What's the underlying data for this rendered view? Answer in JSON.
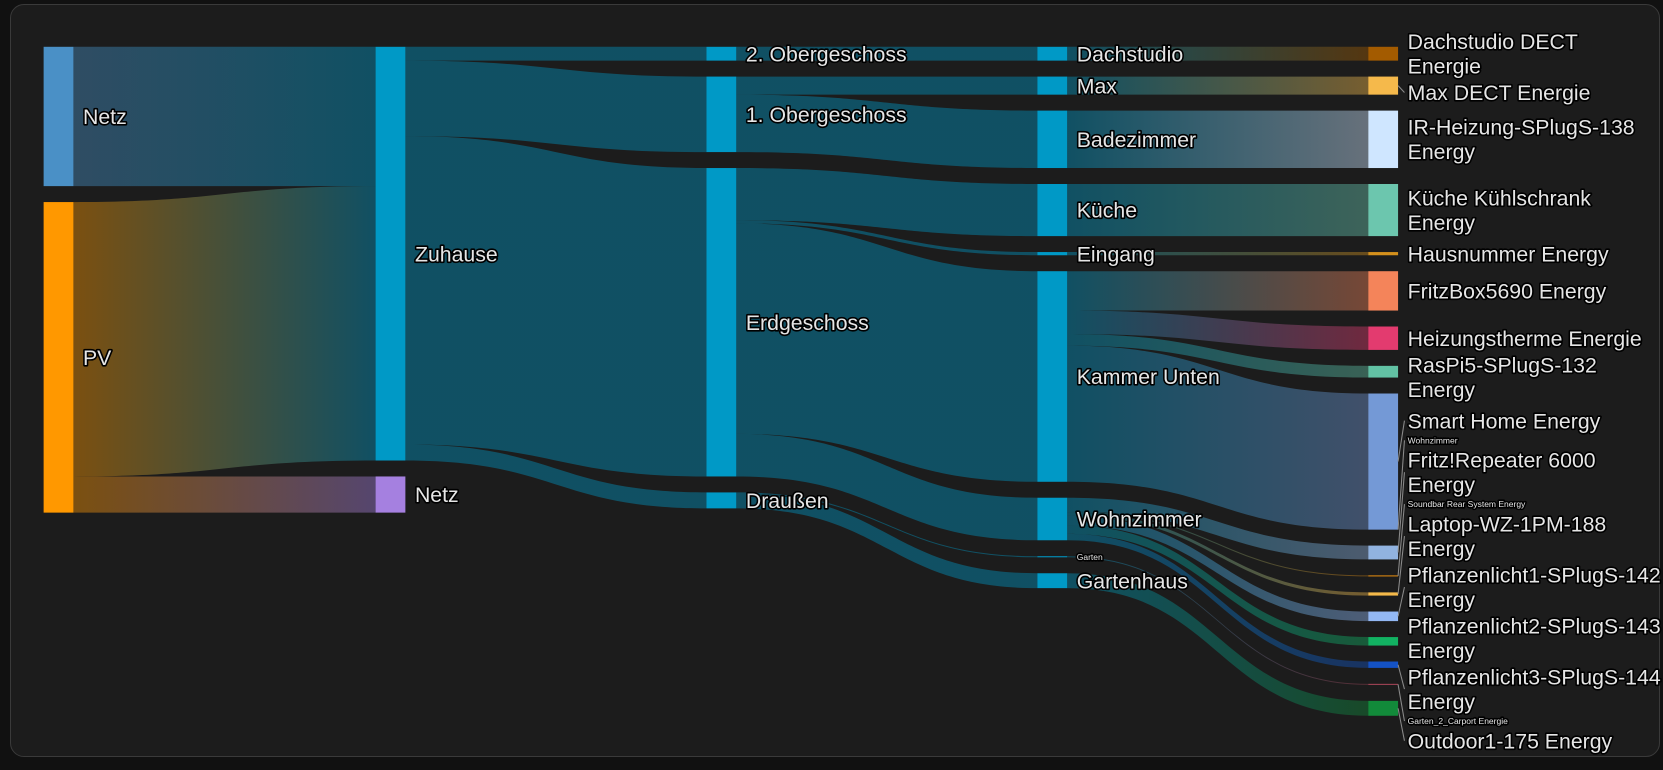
{
  "chart_data": {
    "type": "sankey",
    "title": "",
    "nodes": [
      {
        "label": "Netz",
        "column": 0,
        "color": "#4a90c6"
      },
      {
        "label": "PV",
        "column": 0,
        "color": "#ff9800"
      },
      {
        "label": "Zuhause",
        "column": 1,
        "color": "#0099c6"
      },
      {
        "label": "Netz",
        "column": 1,
        "color": "#a580e0"
      },
      {
        "label": "2. Obergeschoss",
        "column": 2,
        "color": "#0099c6"
      },
      {
        "label": "1. Obergeschoss",
        "column": 2,
        "color": "#0099c6"
      },
      {
        "label": "Erdgeschoss",
        "column": 2,
        "color": "#0099c6"
      },
      {
        "label": "Draußen",
        "column": 2,
        "color": "#0099c6"
      },
      {
        "label": "Dachstudio",
        "column": 3,
        "color": "#0099c6"
      },
      {
        "label": "Max",
        "column": 3,
        "color": "#0099c6"
      },
      {
        "label": "Badezimmer",
        "column": 3,
        "color": "#0099c6"
      },
      {
        "label": "Küche",
        "column": 3,
        "color": "#0099c6"
      },
      {
        "label": "Eingang",
        "column": 3,
        "color": "#0099c6"
      },
      {
        "label": "Kammer Unten",
        "column": 3,
        "color": "#0099c6"
      },
      {
        "label": "Wohnzimmer",
        "column": 3,
        "color": "#0099c6"
      },
      {
        "label": "Garten",
        "column": 3,
        "color": "#0099c6"
      },
      {
        "label": "Gartenhaus",
        "column": 3,
        "color": "#0099c6"
      },
      {
        "label": "Dachstudio DECT Energie",
        "column": 4,
        "color": "#a35b00"
      },
      {
        "label": "Max DECT Energie",
        "column": 4,
        "color": "#f5b94b"
      },
      {
        "label": "IR-Heizung-SPlugS-138 Energy",
        "column": 4,
        "color": "#cfe6ff"
      },
      {
        "label": "Küche Kühlschrank Energy",
        "column": 4,
        "color": "#6cc6ae"
      },
      {
        "label": "Hausnummer Energy",
        "column": 4,
        "color": "#d4901c"
      },
      {
        "label": "FritzBox5690 Energy",
        "column": 4,
        "color": "#f4845a"
      },
      {
        "label": "Heizungstherme Energie",
        "column": 4,
        "color": "#e33b6f"
      },
      {
        "label": "RasPi5-SPlugS-132 Energy",
        "column": 4,
        "color": "#62c2a4"
      },
      {
        "label": "Smart Home Energy",
        "column": 4,
        "color": "#7499d6"
      },
      {
        "label": "Wohnzimmer",
        "column": 4,
        "color": "#7499d6"
      },
      {
        "label": "Fritz!Repeater 6000 Energy",
        "column": 4,
        "color": "#91b3e0"
      },
      {
        "label": "Soundbar Rear System Energy",
        "column": 4,
        "color": "#e08a10"
      },
      {
        "label": "Laptop-WZ-1PM-188 Energy",
        "column": 4,
        "color": "#f4b94a"
      },
      {
        "label": "Pflanzenlicht1-SPlugS-142 Energy",
        "column": 4,
        "color": "#93b8f4"
      },
      {
        "label": "Pflanzenlicht2-SPlugS-143 Energy",
        "column": 4,
        "color": "#12b262"
      },
      {
        "label": "Pflanzenlicht3-SPlugS-144 Energy",
        "column": 4,
        "color": "#1452c4"
      },
      {
        "label": "Garten_2_Carport Energie",
        "column": 4,
        "color": "#a34456"
      },
      {
        "label": "Outdoor1-175 Energy",
        "column": 4,
        "color": "#128a3a"
      }
    ],
    "links": [
      {
        "source": 0,
        "target": 2,
        "value": 131
      },
      {
        "source": 1,
        "target": 2,
        "value": 258
      },
      {
        "source": 1,
        "target": 3,
        "value": 34
      },
      {
        "source": 2,
        "target": 4,
        "value": 13
      },
      {
        "source": 2,
        "target": 5,
        "value": 71
      },
      {
        "source": 2,
        "target": 6,
        "value": 290
      },
      {
        "source": 2,
        "target": 7,
        "value": 15
      },
      {
        "source": 4,
        "target": 8,
        "value": 13
      },
      {
        "source": 5,
        "target": 9,
        "value": 17
      },
      {
        "source": 5,
        "target": 10,
        "value": 54
      },
      {
        "source": 6,
        "target": 11,
        "value": 49
      },
      {
        "source": 6,
        "target": 12,
        "value": 3
      },
      {
        "source": 6,
        "target": 13,
        "value": 198
      },
      {
        "source": 6,
        "target": 14,
        "value": 40
      },
      {
        "source": 7,
        "target": 15,
        "value": 1
      },
      {
        "source": 7,
        "target": 16,
        "value": 14
      },
      {
        "source": 8,
        "target": 17,
        "value": 13
      },
      {
        "source": 9,
        "target": 18,
        "value": 17
      },
      {
        "source": 10,
        "target": 19,
        "value": 54
      },
      {
        "source": 11,
        "target": 20,
        "value": 49
      },
      {
        "source": 12,
        "target": 21,
        "value": 3
      },
      {
        "source": 13,
        "target": 22,
        "value": 37
      },
      {
        "source": 13,
        "target": 23,
        "value": 22
      },
      {
        "source": 13,
        "target": 24,
        "value": 11
      },
      {
        "source": 13,
        "target": 25,
        "value": 128
      },
      {
        "source": 14,
        "target": 26,
        "value": 0
      },
      {
        "source": 14,
        "target": 27,
        "value": 13
      },
      {
        "source": 14,
        "target": 28,
        "value": 1
      },
      {
        "source": 14,
        "target": 29,
        "value": 3
      },
      {
        "source": 14,
        "target": 30,
        "value": 9
      },
      {
        "source": 14,
        "target": 31,
        "value": 8
      },
      {
        "source": 14,
        "target": 32,
        "value": 6
      },
      {
        "source": 15,
        "target": 33,
        "value": 1
      },
      {
        "source": 16,
        "target": 34,
        "value": 14
      }
    ]
  }
}
